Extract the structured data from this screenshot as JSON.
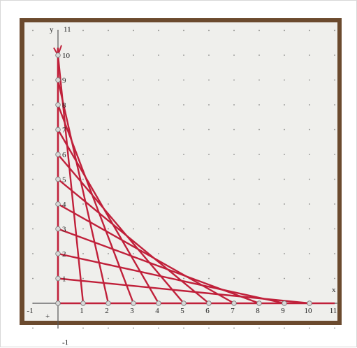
{
  "photo": {
    "axis_x_label": "x",
    "axis_y_label": "y",
    "x_tick_labels": [
      "-1",
      "1",
      "2",
      "3",
      "4",
      "5",
      "6",
      "7",
      "8",
      "9",
      "10",
      "11"
    ],
    "y_tick_labels": [
      "-1",
      "1",
      "2",
      "3",
      "4",
      "5",
      "6",
      "7",
      "8",
      "9",
      "10",
      "11"
    ],
    "origin_mark": "+"
  },
  "colors": {
    "board": "#6b4a2e",
    "paper": "#efefec",
    "string": "#c0203a",
    "axis": "#555555"
  },
  "string_art": {
    "description_points_on_x_axis": [
      1,
      2,
      3,
      4,
      5,
      6,
      7,
      8,
      9,
      10
    ],
    "description_points_on_y_axis": [
      10,
      9,
      8,
      7,
      6,
      5,
      4,
      3,
      2,
      1
    ]
  }
}
